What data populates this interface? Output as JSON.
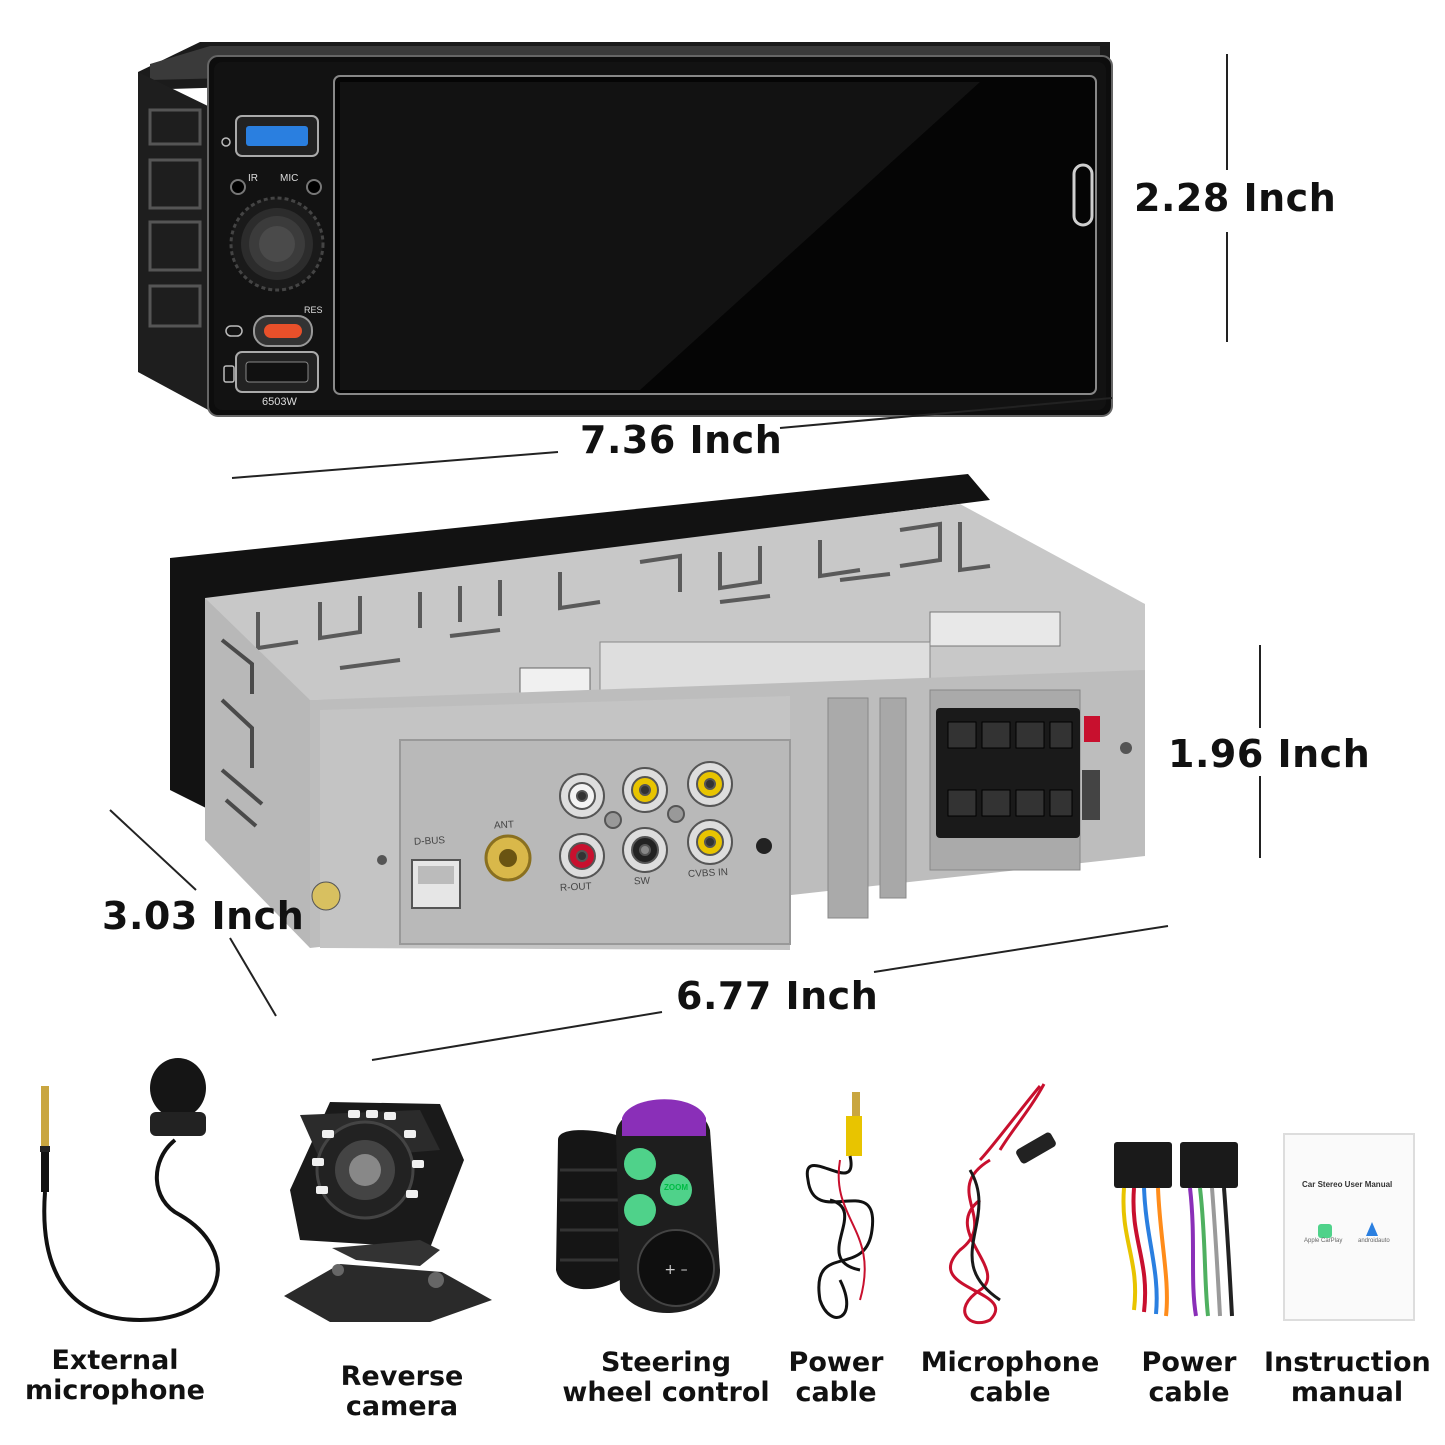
{
  "front_panel": {
    "model": "6503W",
    "ir_label": "IR",
    "mic_label": "MIC",
    "res_label": "RES"
  },
  "rear_panel": {
    "ant_label": "ANT",
    "dbus_label": "D-BUS",
    "rout_label": "R-OUT",
    "sw_label": "SW",
    "cvbs_label": "CVBS IN"
  },
  "dimensions": {
    "front_height": "2.28 Inch",
    "front_width": "7.36 Inch",
    "rear_height": "1.96 Inch",
    "depth": "3.03 Inch",
    "rear_width": "6.77 Inch"
  },
  "manual": {
    "title": "Car Stereo User Manual",
    "carplay": "Apple CarPlay",
    "android": "androidauto"
  },
  "remote": {
    "zoom_label": "ZOOM"
  },
  "accessories": [
    {
      "label": "External\nmicrophone"
    },
    {
      "label": "Reverse camera"
    },
    {
      "label": "Steering\nwheel control"
    },
    {
      "label": "Power\ncable"
    },
    {
      "label": "Microphone\ncable"
    },
    {
      "label": "Power\ncable"
    },
    {
      "label": "Instruction\nmanual"
    }
  ],
  "colors": {
    "rca_red": "#c8102e",
    "rca_yellow": "#e8c400",
    "remote_purple": "#8a2fb8",
    "remote_green": "#4fd28a",
    "usb_blue": "#2a7fe0",
    "usbc_orange": "#e8502a"
  }
}
